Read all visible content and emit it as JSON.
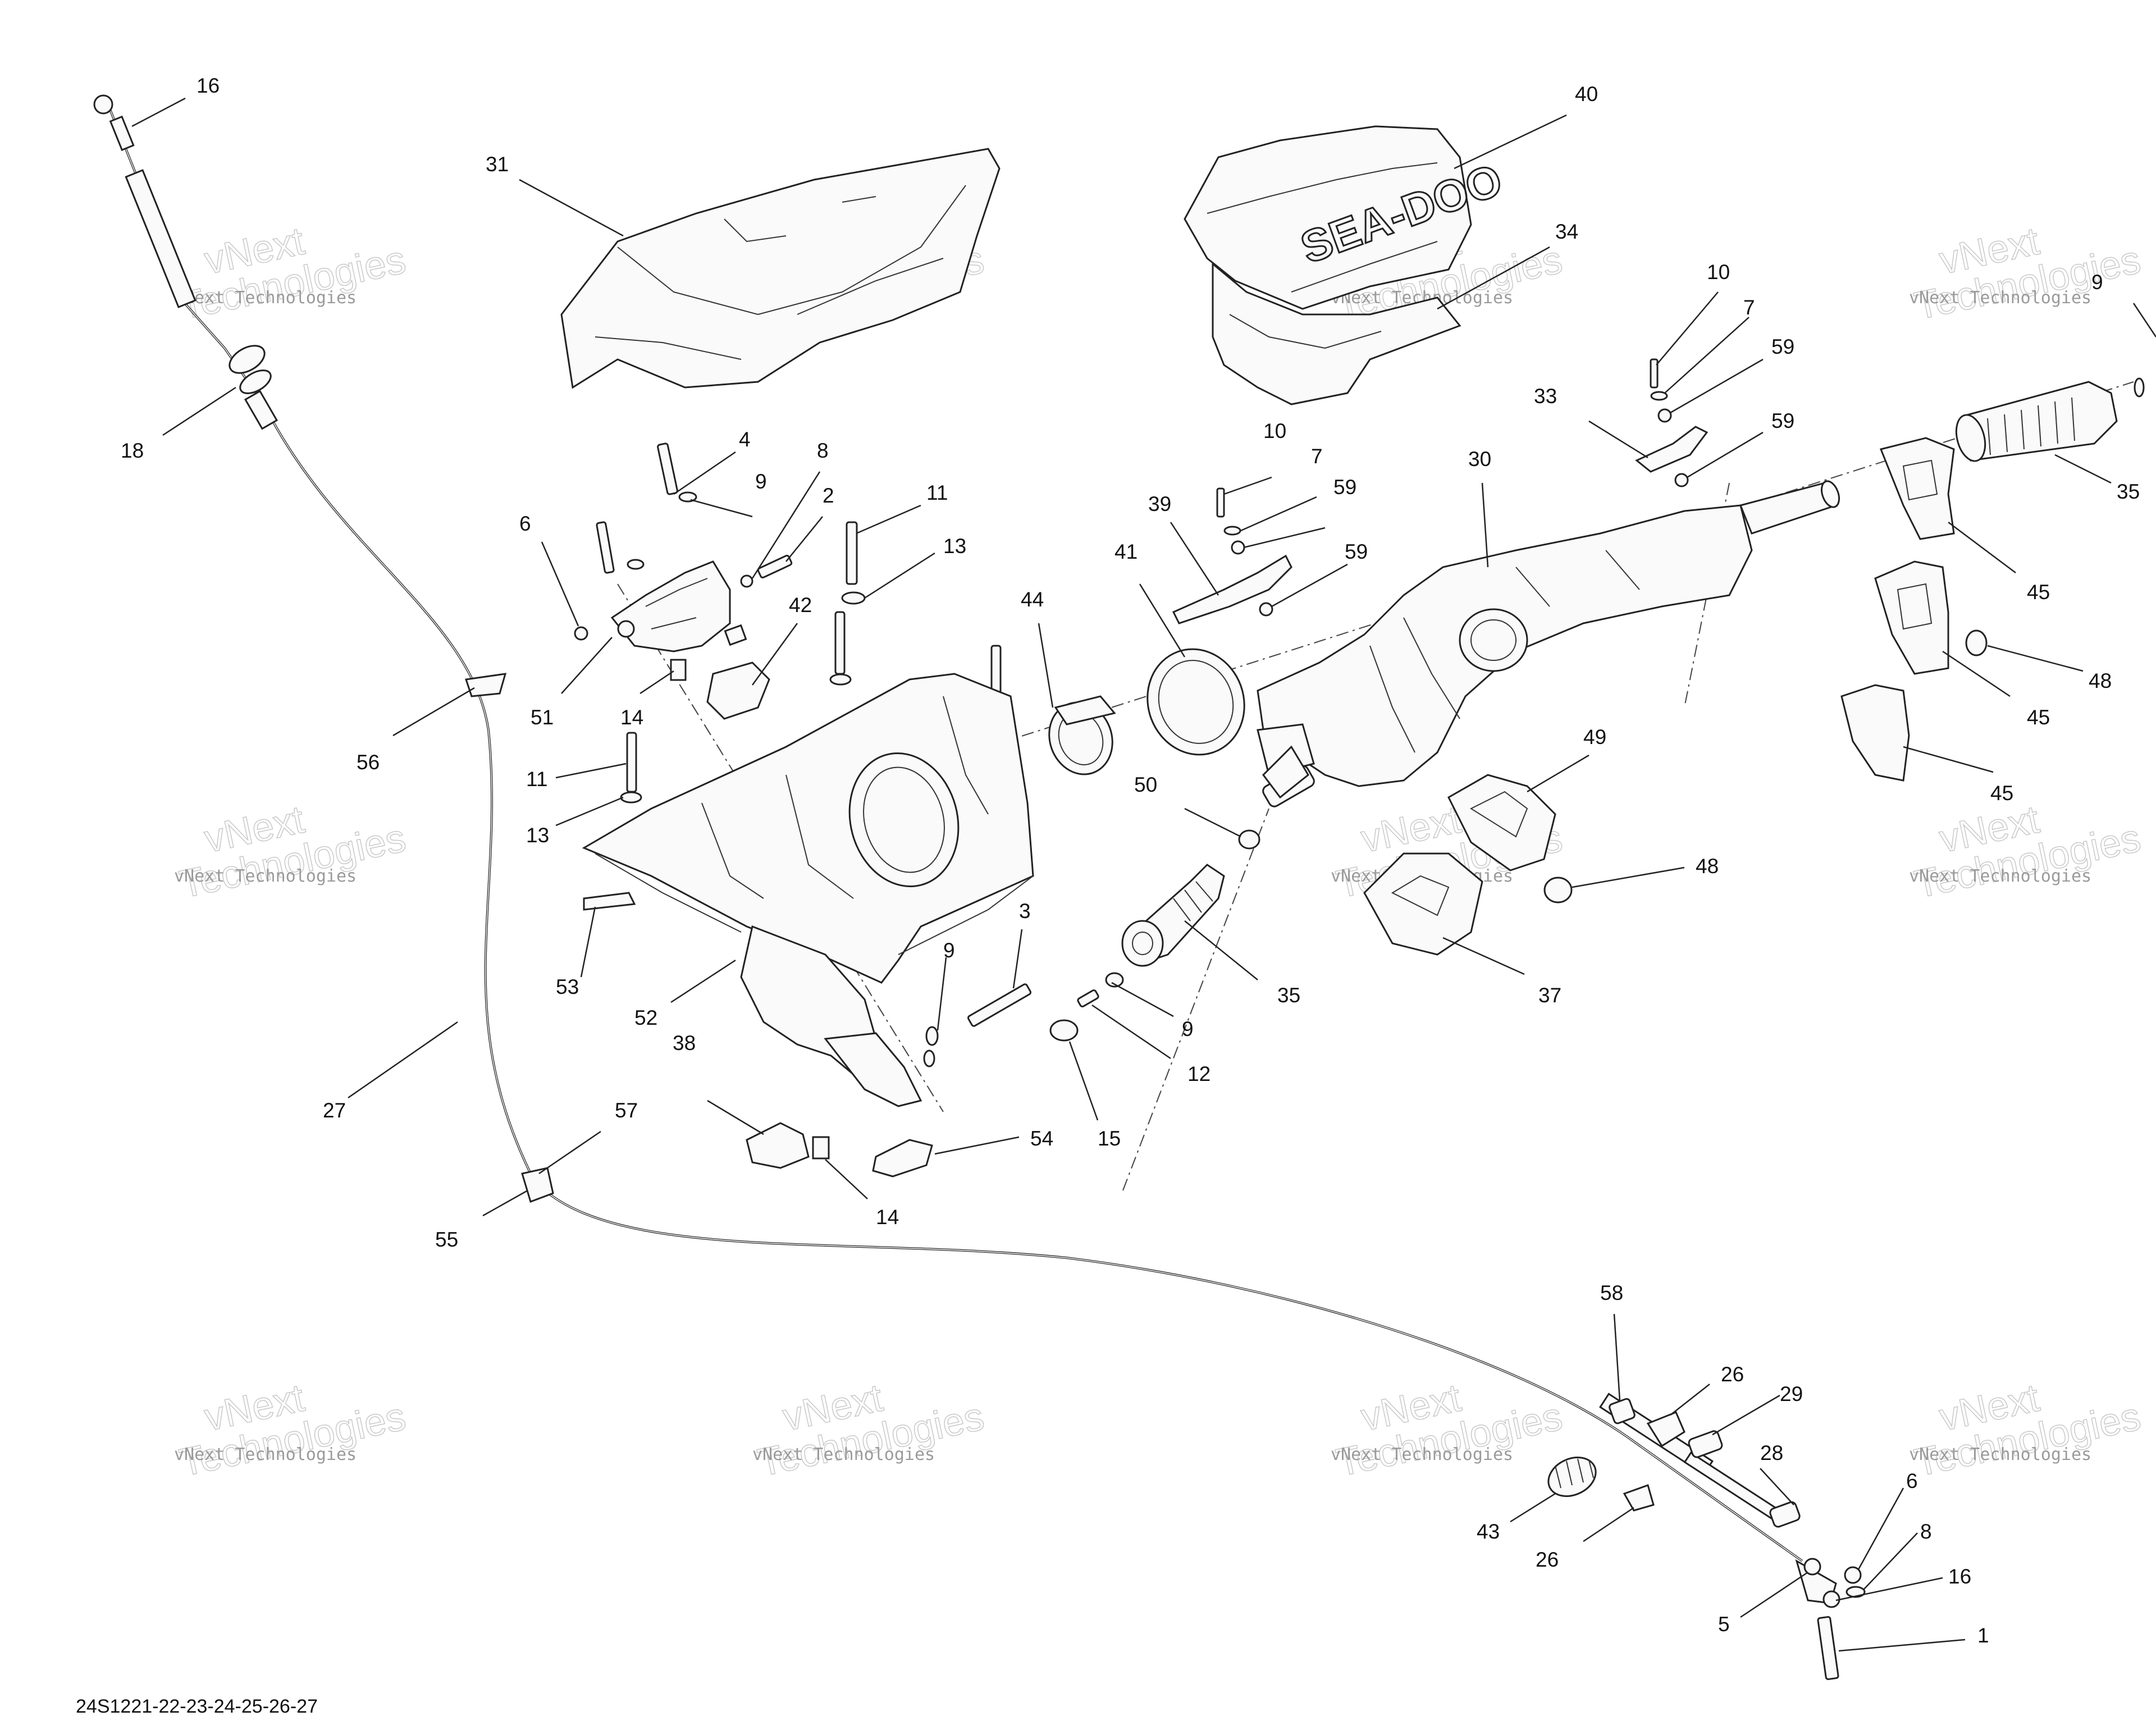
{
  "diagram": {
    "reference_code": "24S1221-22-23-24-25-26-27",
    "watermark": {
      "line1": "vNext",
      "line2": "Technologies",
      "small": "vNext Technologies"
    },
    "brand_mark": "SEA-DOO",
    "callouts": [
      {
        "id": "c16a",
        "label": "16"
      },
      {
        "id": "c18",
        "label": "18"
      },
      {
        "id": "c31",
        "label": "31"
      },
      {
        "id": "c40",
        "label": "40"
      },
      {
        "id": "c34",
        "label": "34"
      },
      {
        "id": "c10a",
        "label": "10"
      },
      {
        "id": "c7a",
        "label": "7"
      },
      {
        "id": "c59a",
        "label": "59"
      },
      {
        "id": "c33",
        "label": "33"
      },
      {
        "id": "c59b",
        "label": "59"
      },
      {
        "id": "c9a",
        "label": "9"
      },
      {
        "id": "c35a",
        "label": "35"
      },
      {
        "id": "c4",
        "label": "4"
      },
      {
        "id": "c8a",
        "label": "8"
      },
      {
        "id": "c9b",
        "label": "9"
      },
      {
        "id": "c2",
        "label": "2"
      },
      {
        "id": "c6a",
        "label": "6"
      },
      {
        "id": "c11a",
        "label": "11"
      },
      {
        "id": "c13a",
        "label": "13"
      },
      {
        "id": "c42",
        "label": "42"
      },
      {
        "id": "c10b",
        "label": "10"
      },
      {
        "id": "c7b",
        "label": "7"
      },
      {
        "id": "c59c",
        "label": "59"
      },
      {
        "id": "c39",
        "label": "39"
      },
      {
        "id": "c41",
        "label": "41"
      },
      {
        "id": "c59d",
        "label": "59"
      },
      {
        "id": "c30",
        "label": "30"
      },
      {
        "id": "c44",
        "label": "44"
      },
      {
        "id": "c45a",
        "label": "45"
      },
      {
        "id": "c51",
        "label": "51"
      },
      {
        "id": "c14a",
        "label": "14"
      },
      {
        "id": "c56",
        "label": "56"
      },
      {
        "id": "c48a",
        "label": "48"
      },
      {
        "id": "c45b",
        "label": "45"
      },
      {
        "id": "c49",
        "label": "49"
      },
      {
        "id": "c11b",
        "label": "11"
      },
      {
        "id": "c50",
        "label": "50"
      },
      {
        "id": "c45c",
        "label": "45"
      },
      {
        "id": "c13b",
        "label": "13"
      },
      {
        "id": "c48b",
        "label": "48"
      },
      {
        "id": "c3",
        "label": "3"
      },
      {
        "id": "c53",
        "label": "53"
      },
      {
        "id": "c9c",
        "label": "9"
      },
      {
        "id": "c35b",
        "label": "35"
      },
      {
        "id": "c37",
        "label": "37"
      },
      {
        "id": "c52",
        "label": "52"
      },
      {
        "id": "c9d",
        "label": "9"
      },
      {
        "id": "c12",
        "label": "12"
      },
      {
        "id": "c27",
        "label": "27"
      },
      {
        "id": "c38",
        "label": "38"
      },
      {
        "id": "c57",
        "label": "57"
      },
      {
        "id": "c54",
        "label": "54"
      },
      {
        "id": "c15",
        "label": "15"
      },
      {
        "id": "c14b",
        "label": "14"
      },
      {
        "id": "c55",
        "label": "55"
      },
      {
        "id": "c58",
        "label": "58"
      },
      {
        "id": "c26a",
        "label": "26"
      },
      {
        "id": "c29",
        "label": "29"
      },
      {
        "id": "c28",
        "label": "28"
      },
      {
        "id": "c6b",
        "label": "6"
      },
      {
        "id": "c8b",
        "label": "8"
      },
      {
        "id": "c43",
        "label": "43"
      },
      {
        "id": "c26b",
        "label": "26"
      },
      {
        "id": "c16b",
        "label": "16"
      },
      {
        "id": "c5",
        "label": "5"
      },
      {
        "id": "c1",
        "label": "1"
      }
    ]
  }
}
